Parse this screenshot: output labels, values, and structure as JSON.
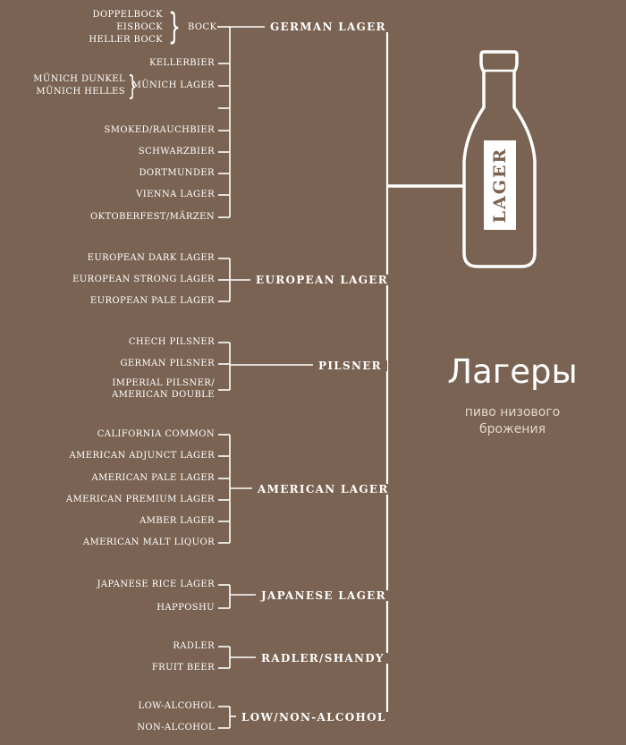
{
  "title": "Лагеры",
  "subtitle": "пиво низового брожения",
  "bottle_label": "LAGER",
  "colors": {
    "background": "#7a6352",
    "ink": "#ffffff"
  },
  "groups": [
    {
      "name": "GERMAN LAGER",
      "items": [
        {
          "label": "BOCK",
          "sub": [
            "DOPPELBOCK",
            "EISBOCK",
            "HELLER BOCK"
          ]
        },
        {
          "label": "KELLERBIER"
        },
        {
          "label": "MÜNICH LAGER",
          "sub": [
            "MÜNICH DUNKEL",
            "MÜNICH HELLES"
          ]
        },
        {
          "label": ""
        },
        {
          "label": "SMOKED/RAUCHBIER"
        },
        {
          "label": "SCHWARZBIER"
        },
        {
          "label": "DORTMUNDER"
        },
        {
          "label": "VIENNA LAGER"
        },
        {
          "label": "OKTOBERFEST/MÄRZEN"
        }
      ]
    },
    {
      "name": "EUROPEAN LAGER",
      "items": [
        {
          "label": "EUROPEAN DARK LAGER"
        },
        {
          "label": "EUROPEAN STRONG LAGER"
        },
        {
          "label": "EUROPEAN PALE LAGER"
        }
      ]
    },
    {
      "name": "PILSNER",
      "items": [
        {
          "label": "CHECH PILSNER"
        },
        {
          "label": "GERMAN PILSNER"
        },
        {
          "label": "IMPERIAL PILSNER/",
          "label2": "AMERICAN DOUBLE"
        }
      ]
    },
    {
      "name": "AMERICAN LAGER",
      "items": [
        {
          "label": "CALIFORNIA COMMON"
        },
        {
          "label": "AMERICAN ADJUNCT LAGER"
        },
        {
          "label": "AMERICAN PALE LAGER"
        },
        {
          "label": "AMERICAN PREMIUM LAGER"
        },
        {
          "label": "AMBER LAGER"
        },
        {
          "label": "AMERICAN MALT LIQUOR"
        }
      ]
    },
    {
      "name": "JAPANESE LAGER",
      "items": [
        {
          "label": "JAPANESE RICE LAGER"
        },
        {
          "label": "HAPPOSHU"
        }
      ]
    },
    {
      "name": "RADLER/SHANDY",
      "items": [
        {
          "label": "RADLER"
        },
        {
          "label": "FRUIT BEER"
        }
      ]
    },
    {
      "name": "LOW/NON-ALCOHOL",
      "items": [
        {
          "label": "LOW-ALCOHOL"
        },
        {
          "label": "NON-ALCOHOL"
        }
      ]
    }
  ]
}
